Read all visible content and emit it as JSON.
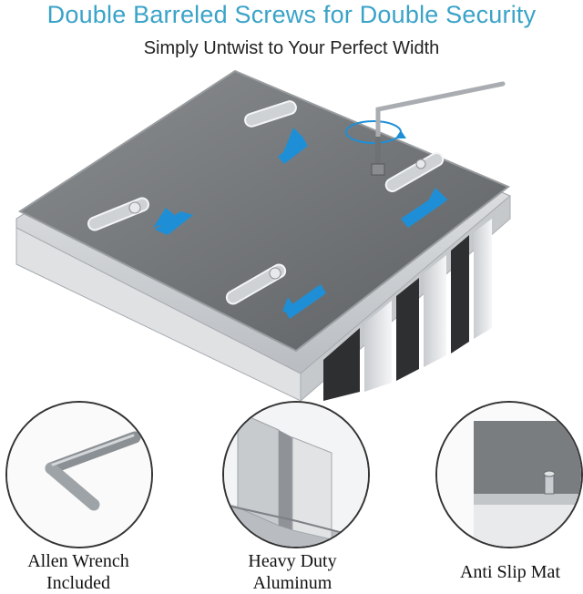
{
  "headline": "Double Barreled Screws for Double Security",
  "subheadline": "Simply Untwist to Your Perfect Width",
  "features": [
    {
      "line1": "Allen Wrench",
      "line2": "Included",
      "icon": "allen-wrench-icon"
    },
    {
      "line1": "Heavy Duty",
      "line2": "Aluminum",
      "icon": "aluminum-slot-icon"
    },
    {
      "line1": "Anti Slip Mat",
      "line2": "",
      "icon": "anti-slip-mat-icon"
    }
  ],
  "colors": {
    "headline": "#3aa3c8",
    "arrow": "#1e8fd6",
    "plate": "#6f7275",
    "aluminum": "#d9dcdf"
  }
}
